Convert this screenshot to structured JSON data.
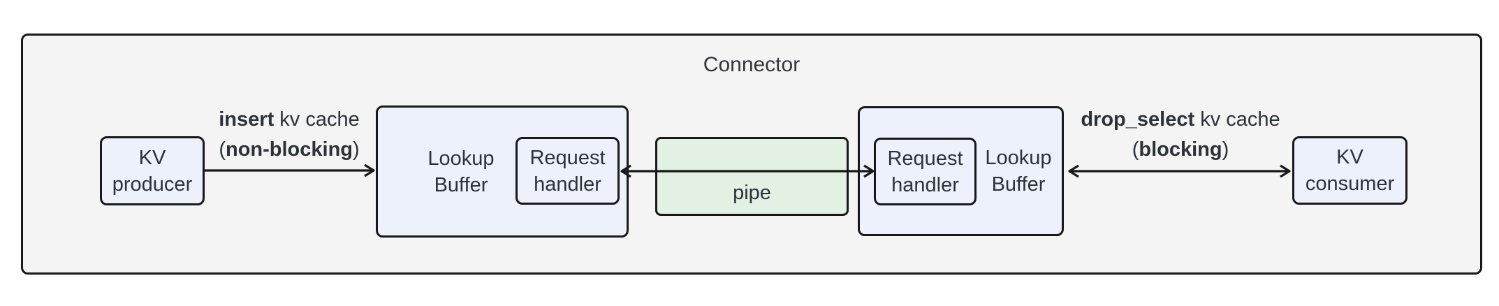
{
  "title": "Connector",
  "nodes": {
    "kv_producer": {
      "line1": "KV",
      "line2": "producer"
    },
    "lookup_buffer_left": {
      "line1": "Lookup",
      "line2": "Buffer"
    },
    "request_handler_left": {
      "line1": "Request",
      "line2": "handler"
    },
    "pipe": {
      "label": "pipe"
    },
    "request_handler_right": {
      "line1": "Request",
      "line2": "handler"
    },
    "lookup_buffer_right": {
      "line1": "Lookup",
      "line2": "Buffer"
    },
    "kv_consumer": {
      "line1": "KV",
      "line2": "consumer"
    }
  },
  "edges": {
    "insert": {
      "line1_bold": "insert",
      "line1_rest": " kv cache",
      "line2_open": "(",
      "line2_bold": "non-blocking",
      "line2_close": ")"
    },
    "drop_select": {
      "line1_bold": "drop_select",
      "line1_rest": " kv cache",
      "line2_open": "(",
      "line2_bold": "blocking",
      "line2_close": ")"
    }
  },
  "colors": {
    "page_background": "#ffffff",
    "container_fill": "#f4f4f5",
    "node_fill": "#edf1fb",
    "pipe_fill": "#e3f0e4",
    "border": "#17181a",
    "text": "#2d3138"
  }
}
